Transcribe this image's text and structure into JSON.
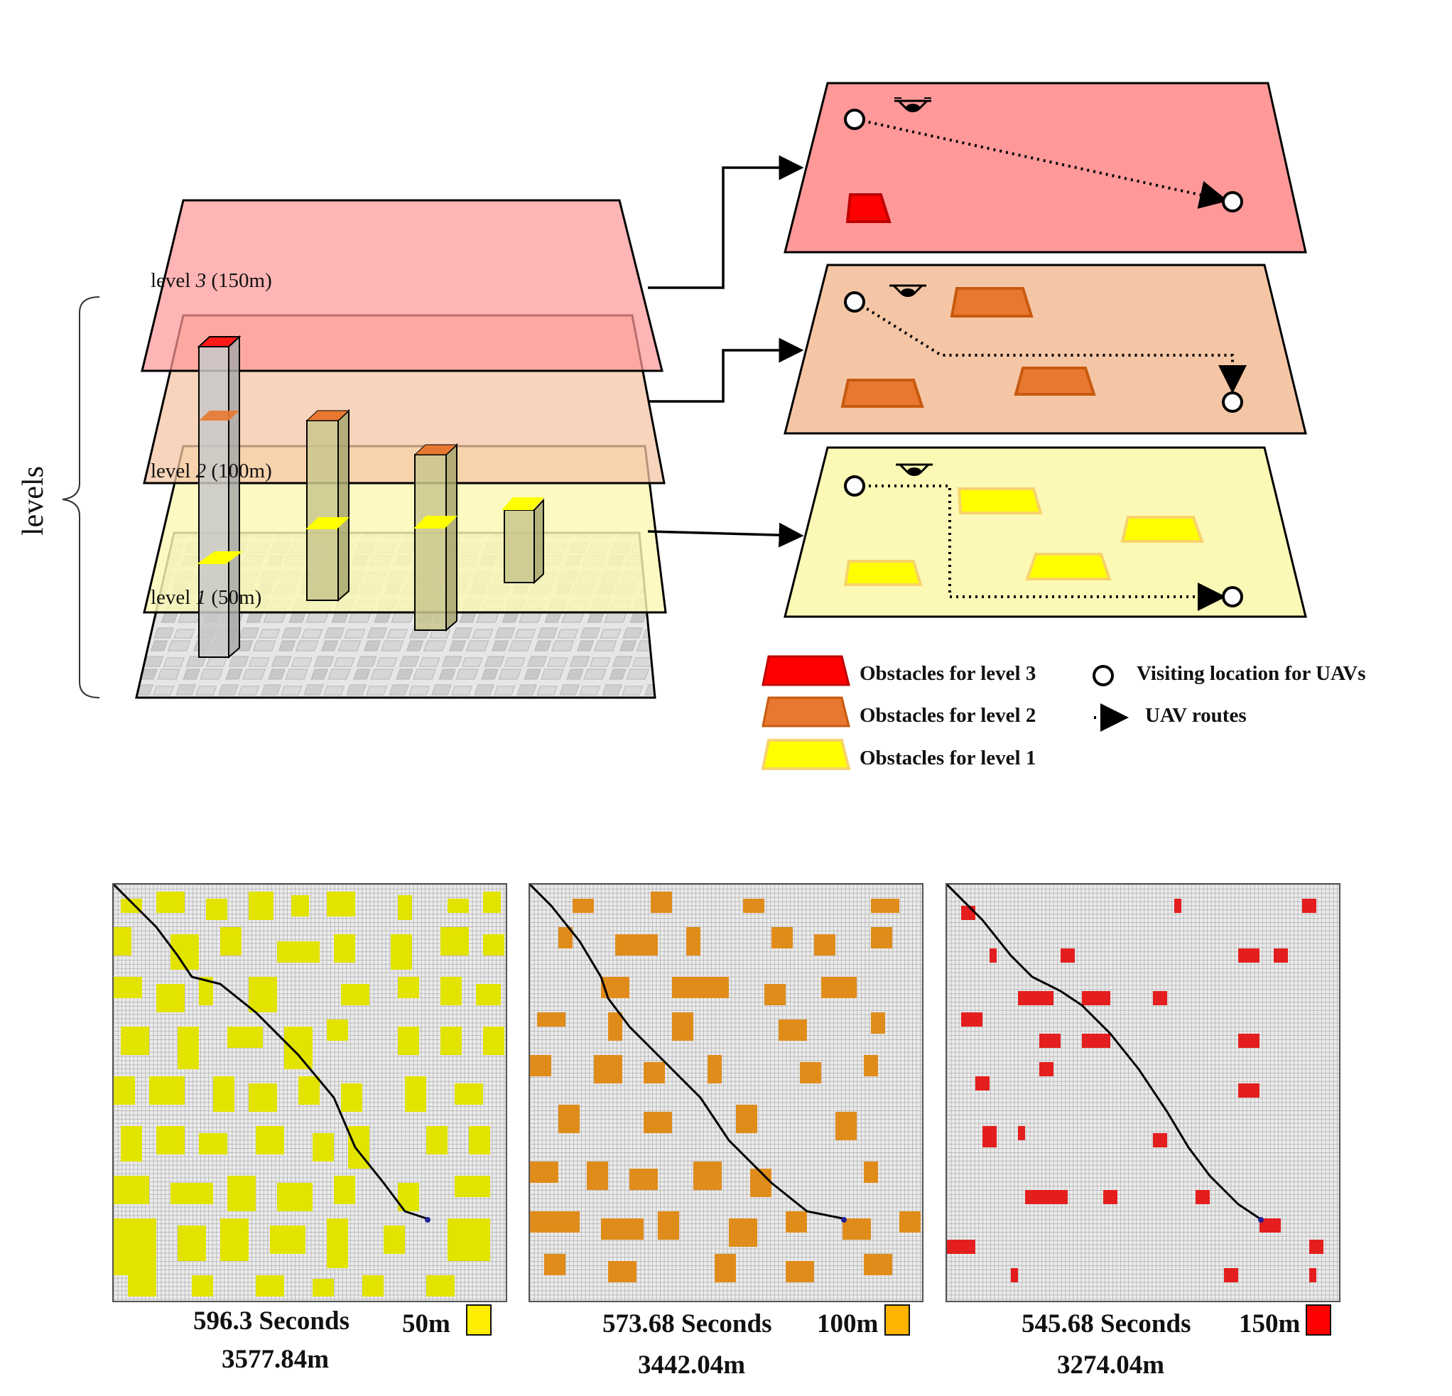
{
  "diagram": {
    "axis_label": "levels",
    "levels": [
      {
        "name": "level",
        "num": "3",
        "height": "(150m)"
      },
      {
        "name": "level",
        "num": "2",
        "height": "(100m)"
      },
      {
        "name": "level",
        "num": "1",
        "height": "(50m)"
      }
    ],
    "colors": {
      "level3": "#ff9999",
      "level2": "#f5c6a5",
      "level1": "#fbf9b5",
      "obs3": "#ff0000",
      "obs2": "#e8782f",
      "obs1": "#ffff00",
      "grid_obs1": "#e3e300",
      "grid_obs2": "#e08c1a",
      "grid_obs3": "#e41e1e"
    }
  },
  "legend": {
    "items": [
      {
        "label": "Obstacles for level 3",
        "icon": "red-trapezoid-icon"
      },
      {
        "label": "Obstacles for level 2",
        "icon": "orange-trapezoid-icon"
      },
      {
        "label": "Obstacles for level 1",
        "icon": "yellow-trapezoid-icon"
      },
      {
        "label": "Visiting location for UAVs",
        "icon": "circle-icon"
      },
      {
        "label": "UAV routes",
        "icon": "dotted-arrow-icon"
      }
    ]
  },
  "results": [
    {
      "time": "596.3 Seconds",
      "altitude": "50m",
      "distance": "3577.84m",
      "swatch_color": "#ffee00"
    },
    {
      "time": "573.68 Seconds",
      "altitude": "100m",
      "distance": "3442.04m",
      "swatch_color": "#ffb400"
    },
    {
      "time": "545.68 Seconds",
      "altitude": "150m",
      "distance": "3274.04m",
      "swatch_color": "#ff0000"
    }
  ]
}
